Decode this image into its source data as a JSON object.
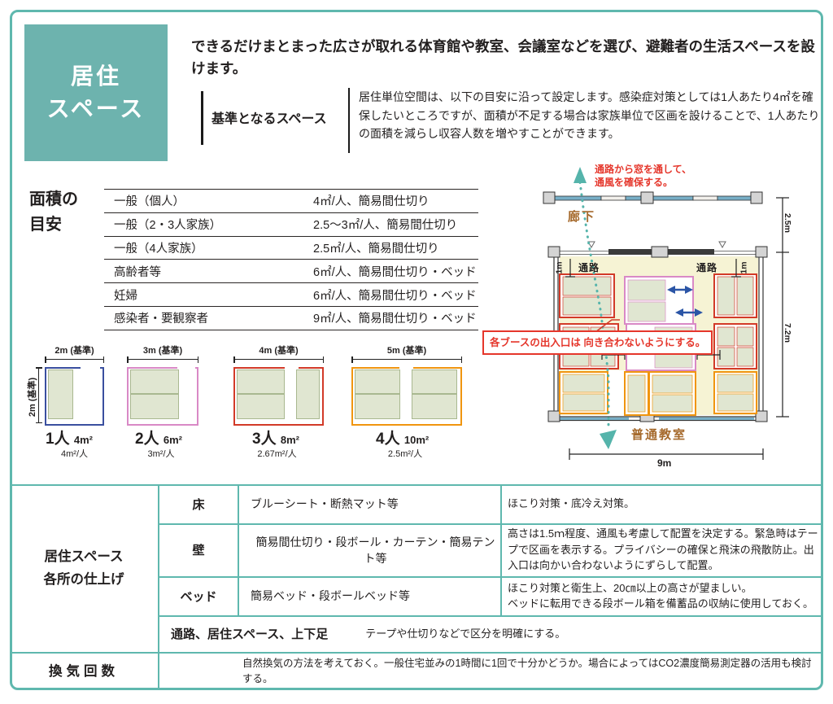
{
  "page": {
    "title_line1": "居住",
    "title_line2": "スペース",
    "intro": "できるだけまとまった広さが取れる体育館や教室、会議室などを選び、避難者の生活スペースを設けます。",
    "accent_teal": "#6db3ae",
    "line_teal": "#5fb8ae"
  },
  "standards": {
    "label": "基準となるスペース",
    "body": "居住単位空間は、以下の目安に沿って設定します。感染症対策としては1人あたり4㎡を確保したいところですが、面積が不足する場合は家族単位で区画を設けることで、1人あたりの面積を減らし収容人数を増やすことができます。"
  },
  "area_guide": {
    "heading_line1": "面積の",
    "heading_line2": "目安",
    "rows": [
      {
        "category": "一般（個人）",
        "value": "4㎡/人、簡易間仕切り"
      },
      {
        "category": "一般（2・3人家族）",
        "value": "2.5～3㎡/人、簡易間仕切り"
      },
      {
        "category": "一般（4人家族）",
        "value": "2.5㎡/人、簡易間仕切り"
      },
      {
        "category": "高齢者等",
        "value": "6㎡/人、簡易間仕切り・ベッド"
      },
      {
        "category": "妊婦",
        "value": "6㎡/人、簡易間仕切り・ベッド"
      },
      {
        "category": "感染者・要観察者",
        "value": "9㎡/人、簡易間仕切り・ベッド"
      }
    ]
  },
  "diagrams": [
    {
      "width_label": "2m (基準)",
      "height_label": "2m (基準)",
      "capacity": "1人",
      "area": "4m²",
      "per_person": "4m²/人",
      "color": "#3a4f9f"
    },
    {
      "width_label": "3m (基準)",
      "capacity": "2人",
      "area": "6m²",
      "per_person": "3m²/人",
      "color": "#d989c6"
    },
    {
      "width_label": "4m (基準)",
      "capacity": "3人",
      "area": "8m²",
      "per_person": "2.67m²/人",
      "color": "#d23a28"
    },
    {
      "width_label": "5m (基準)",
      "capacity": "4人",
      "area": "10m²",
      "per_person": "2.5m²/人",
      "color": "#f0950f"
    }
  ],
  "floorplan": {
    "vent_note": "通路から窓を通して、\n通風を確保する。",
    "corridor_label": "廊下",
    "aisle_label": "通路",
    "dim_1m": "1m",
    "dim_corridor": "2.5m",
    "dim_room_depth": "7.2m",
    "dim_room_width": "9m",
    "booth_note": "各ブースの出入口は\n向き合わないようにする。",
    "room_label": "普通教室"
  },
  "finish_table": {
    "header": "居住スペース\n各所の仕上げ",
    "rows": [
      {
        "part": "床",
        "material": "ブルーシート・断熱マット等",
        "note": "ほこり対策・底冷え対策。"
      },
      {
        "part": "壁",
        "material": "簡易間仕切り・段ボール・カーテン・簡易テント等",
        "note": "高さは1.5ｍ程度、通風も考慮して配置を決定する。緊急時はテープで区画を表示する。プライバシーの確保と飛沫の飛散防止。出入口は向かい合わないようにずらして配置。"
      },
      {
        "part": "ベッド",
        "material": "簡易ベッド・段ボールベッド等",
        "note": "ほこり対策と衛生上、20㎝以上の高さが望ましい。\nベッドに転用できる段ボール箱を備蓄品の収納に使用しておく。"
      }
    ],
    "zoning_label": "通路、居住スペース、上下足",
    "zoning_note": "テープや仕切りなどで区分を明確にする。"
  },
  "ventilation": {
    "label": "換気回数",
    "note": "自然換気の方法を考えておく。一般住宅並みの1時間に1回で十分かどうか。場合によってはCO2濃度簡易測定器の活用も検討する。"
  }
}
